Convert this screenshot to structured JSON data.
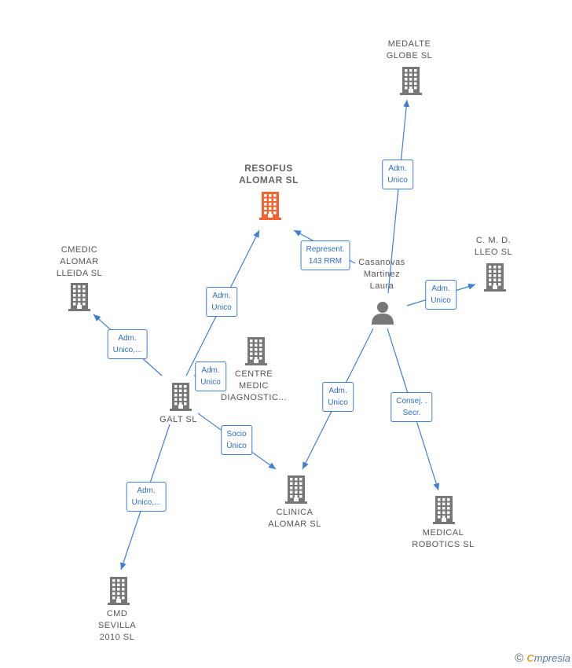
{
  "colors": {
    "edge": "#3d7fd6",
    "building": "#777777",
    "focus_building": "#f26430"
  },
  "nodes": [
    {
      "id": "resofus",
      "label": "RESOFUS\nALOMAR  SL",
      "icon": "building-icon",
      "focus": true
    },
    {
      "id": "medalte",
      "label": "MEDALTE\nGLOBE  SL",
      "icon": "building-icon"
    },
    {
      "id": "cmedic",
      "label": "CMEDIC\nALOMAR\nLLEIDA  SL",
      "icon": "building-icon"
    },
    {
      "id": "cmd_lleo",
      "label": "C.  M.  D.\nLLEO SL",
      "icon": "building-icon"
    },
    {
      "id": "centre",
      "label": "CENTRE\nMEDIC\nDIAGNOSTIC...",
      "icon": "building-icon"
    },
    {
      "id": "galt",
      "label": "GALT  SL",
      "icon": "building-icon"
    },
    {
      "id": "casanovas",
      "label": "Casanovas\nMartinez\nLaura",
      "icon": "person-icon"
    },
    {
      "id": "clinica",
      "label": "CLINICA\nALOMAR  SL",
      "icon": "building-icon"
    },
    {
      "id": "medical",
      "label": "MEDICAL\nROBOTICS  SL",
      "icon": "building-icon"
    },
    {
      "id": "cmd_sevilla",
      "label": "CMD\nSEVILLA\n2010 SL",
      "icon": "building-icon"
    }
  ],
  "edges": [
    {
      "from": "casanovas",
      "to": "medalte",
      "label": "Adm.\nUnico"
    },
    {
      "from": "casanovas",
      "to": "resofus",
      "label": "Represent.\n143 RRM"
    },
    {
      "from": "casanovas",
      "to": "cmd_lleo",
      "label": "Adm.\nUnico"
    },
    {
      "from": "casanovas",
      "to": "clinica",
      "label": "Adm.\nUnico"
    },
    {
      "from": "casanovas",
      "to": "medical",
      "label": "Consej. .\nSecr."
    },
    {
      "from": "galt",
      "to": "resofus",
      "label": "Adm.\nUnico"
    },
    {
      "from": "galt",
      "to": "cmedic",
      "label": "Adm.\nUnico,..."
    },
    {
      "from": "galt",
      "to": "centre",
      "label": "Adm.\nUnico"
    },
    {
      "from": "galt",
      "to": "clinica",
      "label": "Socio\nÚnico"
    },
    {
      "from": "galt",
      "to": "cmd_sevilla",
      "label": "Adm.\nUnico,..."
    }
  ],
  "footer": {
    "copyright_symbol": "©",
    "brand_first": "C",
    "brand_rest": "mpresia"
  }
}
